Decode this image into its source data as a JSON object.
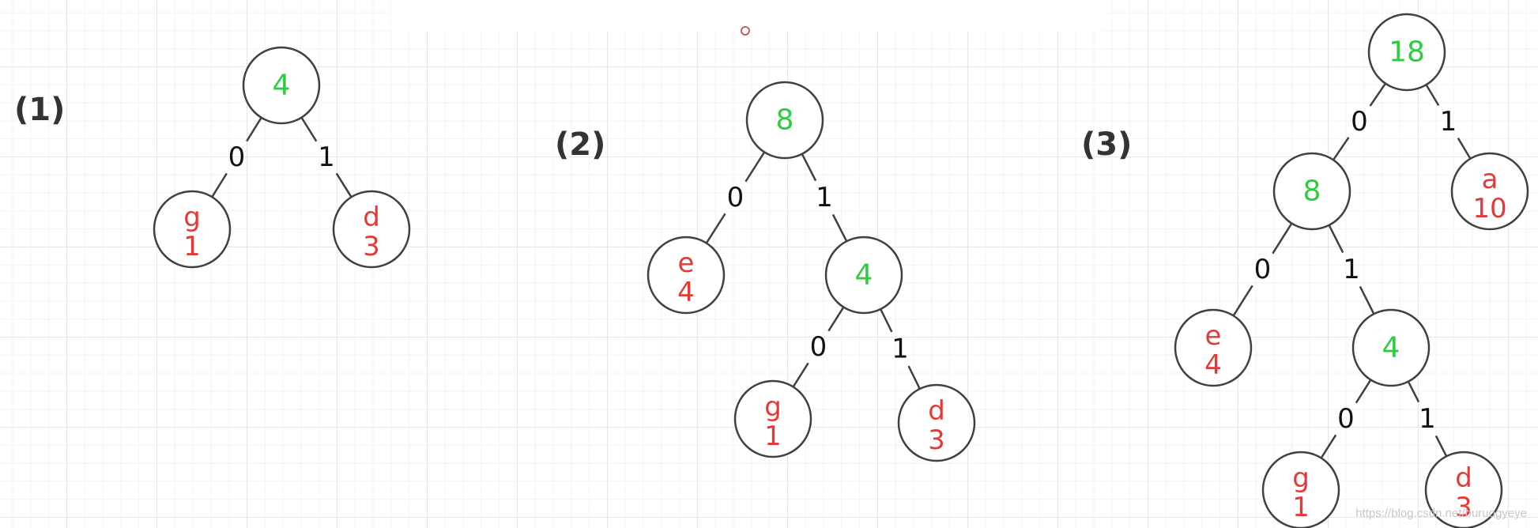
{
  "colors": {
    "internal_weight": "#2ecc40",
    "leaf_text": "#e53935",
    "stroke": "#404040",
    "label": "#333333"
  },
  "trees": [
    {
      "label": "(1)",
      "nodes": [
        {
          "id": "t1-root",
          "weight": "4"
        },
        {
          "id": "t1-g",
          "char": "g",
          "weight": "1"
        },
        {
          "id": "t1-d",
          "char": "d",
          "weight": "3"
        }
      ],
      "edges": [
        {
          "from": "t1-root",
          "to": "t1-g",
          "bit": "0"
        },
        {
          "from": "t1-root",
          "to": "t1-d",
          "bit": "1"
        }
      ]
    },
    {
      "label": "(2)",
      "nodes": [
        {
          "id": "t2-root",
          "weight": "8"
        },
        {
          "id": "t2-e",
          "char": "e",
          "weight": "4"
        },
        {
          "id": "t2-4",
          "weight": "4"
        },
        {
          "id": "t2-g",
          "char": "g",
          "weight": "1"
        },
        {
          "id": "t2-d",
          "char": "d",
          "weight": "3"
        }
      ],
      "edges": [
        {
          "from": "t2-root",
          "to": "t2-e",
          "bit": "0"
        },
        {
          "from": "t2-root",
          "to": "t2-4",
          "bit": "1"
        },
        {
          "from": "t2-4",
          "to": "t2-g",
          "bit": "0"
        },
        {
          "from": "t2-4",
          "to": "t2-d",
          "bit": "1"
        }
      ]
    },
    {
      "label": "(3)",
      "nodes": [
        {
          "id": "t3-root",
          "weight": "18"
        },
        {
          "id": "t3-8",
          "weight": "8"
        },
        {
          "id": "t3-a",
          "char": "a",
          "weight": "10"
        },
        {
          "id": "t3-e",
          "char": "e",
          "weight": "4"
        },
        {
          "id": "t3-4",
          "weight": "4"
        },
        {
          "id": "t3-g",
          "char": "g",
          "weight": "1"
        },
        {
          "id": "t3-d",
          "char": "d",
          "weight": "3"
        }
      ],
      "edges": [
        {
          "from": "t3-root",
          "to": "t3-8",
          "bit": "0"
        },
        {
          "from": "t3-root",
          "to": "t3-a",
          "bit": "1"
        },
        {
          "from": "t3-8",
          "to": "t3-e",
          "bit": "0"
        },
        {
          "from": "t3-8",
          "to": "t3-4",
          "bit": "1"
        },
        {
          "from": "t3-4",
          "to": "t3-g",
          "bit": "0"
        },
        {
          "from": "t3-4",
          "to": "t3-d",
          "bit": "1"
        }
      ]
    }
  ],
  "watermark": "https://blog.csdn.net/buruogyeye"
}
